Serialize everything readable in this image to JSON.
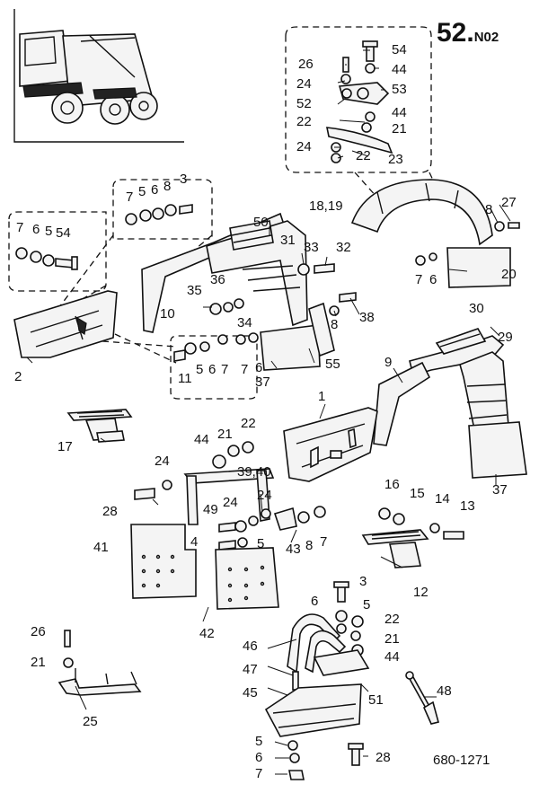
{
  "header": {
    "page_number": "52.",
    "page_suffix": "N02"
  },
  "drawing_ref": "680-1271",
  "callouts": [
    {
      "id": "c54a",
      "text": "54"
    },
    {
      "id": "c26a",
      "text": "26"
    },
    {
      "id": "c44a",
      "text": "44"
    },
    {
      "id": "c24a",
      "text": "24"
    },
    {
      "id": "c53",
      "text": "53"
    },
    {
      "id": "c52",
      "text": "52"
    },
    {
      "id": "c44b",
      "text": "44"
    },
    {
      "id": "c22a",
      "text": "22"
    },
    {
      "id": "c21a",
      "text": "21"
    },
    {
      "id": "c24b",
      "text": "24"
    },
    {
      "id": "c22b",
      "text": "22"
    },
    {
      "id": "c23",
      "text": "23"
    },
    {
      "id": "c7a",
      "text": "7"
    },
    {
      "id": "c5a",
      "text": "5"
    },
    {
      "id": "c6a",
      "text": "6"
    },
    {
      "id": "c8a",
      "text": "8"
    },
    {
      "id": "c3a",
      "text": "3"
    },
    {
      "id": "c1819",
      "text": "18,19"
    },
    {
      "id": "c8b",
      "text": "8"
    },
    {
      "id": "c27",
      "text": "27"
    },
    {
      "id": "c7b",
      "text": "7"
    },
    {
      "id": "c6b",
      "text": "6"
    },
    {
      "id": "c5b",
      "text": "5"
    },
    {
      "id": "c54b",
      "text": "54"
    },
    {
      "id": "c50",
      "text": "50"
    },
    {
      "id": "c31",
      "text": "31"
    },
    {
      "id": "c33",
      "text": "33"
    },
    {
      "id": "c32",
      "text": "32"
    },
    {
      "id": "c20",
      "text": "20"
    },
    {
      "id": "c7c",
      "text": "7"
    },
    {
      "id": "c6c",
      "text": "6"
    },
    {
      "id": "c35",
      "text": "35"
    },
    {
      "id": "c36",
      "text": "36"
    },
    {
      "id": "c10",
      "text": "10"
    },
    {
      "id": "c34",
      "text": "34"
    },
    {
      "id": "c8c",
      "text": "8"
    },
    {
      "id": "c38",
      "text": "38"
    },
    {
      "id": "c2",
      "text": "2"
    },
    {
      "id": "c11",
      "text": "11"
    },
    {
      "id": "c5c",
      "text": "5"
    },
    {
      "id": "c6d",
      "text": "6"
    },
    {
      "id": "c7d",
      "text": "7"
    },
    {
      "id": "c7e",
      "text": "7"
    },
    {
      "id": "c6e",
      "text": "6"
    },
    {
      "id": "c37a",
      "text": "37"
    },
    {
      "id": "c55",
      "text": "55"
    },
    {
      "id": "c30",
      "text": "30"
    },
    {
      "id": "c29",
      "text": "29"
    },
    {
      "id": "c9",
      "text": "9"
    },
    {
      "id": "c1",
      "text": "1"
    },
    {
      "id": "c17",
      "text": "17"
    },
    {
      "id": "c44c",
      "text": "44"
    },
    {
      "id": "c21b",
      "text": "21"
    },
    {
      "id": "c22c",
      "text": "22"
    },
    {
      "id": "c24c",
      "text": "24"
    },
    {
      "id": "c3940",
      "text": "39,40"
    },
    {
      "id": "c37b",
      "text": "37"
    },
    {
      "id": "c28a",
      "text": "28"
    },
    {
      "id": "c24d",
      "text": "24"
    },
    {
      "id": "c49",
      "text": "49"
    },
    {
      "id": "c24e",
      "text": "24"
    },
    {
      "id": "c16",
      "text": "16"
    },
    {
      "id": "c15",
      "text": "15"
    },
    {
      "id": "c14",
      "text": "14"
    },
    {
      "id": "c13",
      "text": "13"
    },
    {
      "id": "c4",
      "text": "4"
    },
    {
      "id": "c5d",
      "text": "5"
    },
    {
      "id": "c43",
      "text": "43"
    },
    {
      "id": "c8d",
      "text": "8"
    },
    {
      "id": "c7f",
      "text": "7"
    },
    {
      "id": "c41",
      "text": "41"
    },
    {
      "id": "c12",
      "text": "12"
    },
    {
      "id": "c42",
      "text": "42"
    },
    {
      "id": "c3b",
      "text": "3"
    },
    {
      "id": "c6f",
      "text": "6"
    },
    {
      "id": "c5e",
      "text": "5"
    },
    {
      "id": "c22d",
      "text": "22"
    },
    {
      "id": "c21c",
      "text": "21"
    },
    {
      "id": "c44d",
      "text": "44"
    },
    {
      "id": "c26b",
      "text": "26"
    },
    {
      "id": "c21d",
      "text": "21"
    },
    {
      "id": "c46",
      "text": "46"
    },
    {
      "id": "c47",
      "text": "47"
    },
    {
      "id": "c48",
      "text": "48"
    },
    {
      "id": "c45",
      "text": "45"
    },
    {
      "id": "c51",
      "text": "51"
    },
    {
      "id": "c25",
      "text": "25"
    },
    {
      "id": "c5f",
      "text": "5"
    },
    {
      "id": "c6g",
      "text": "6"
    },
    {
      "id": "c7g",
      "text": "7"
    },
    {
      "id": "c28b",
      "text": "28"
    }
  ]
}
